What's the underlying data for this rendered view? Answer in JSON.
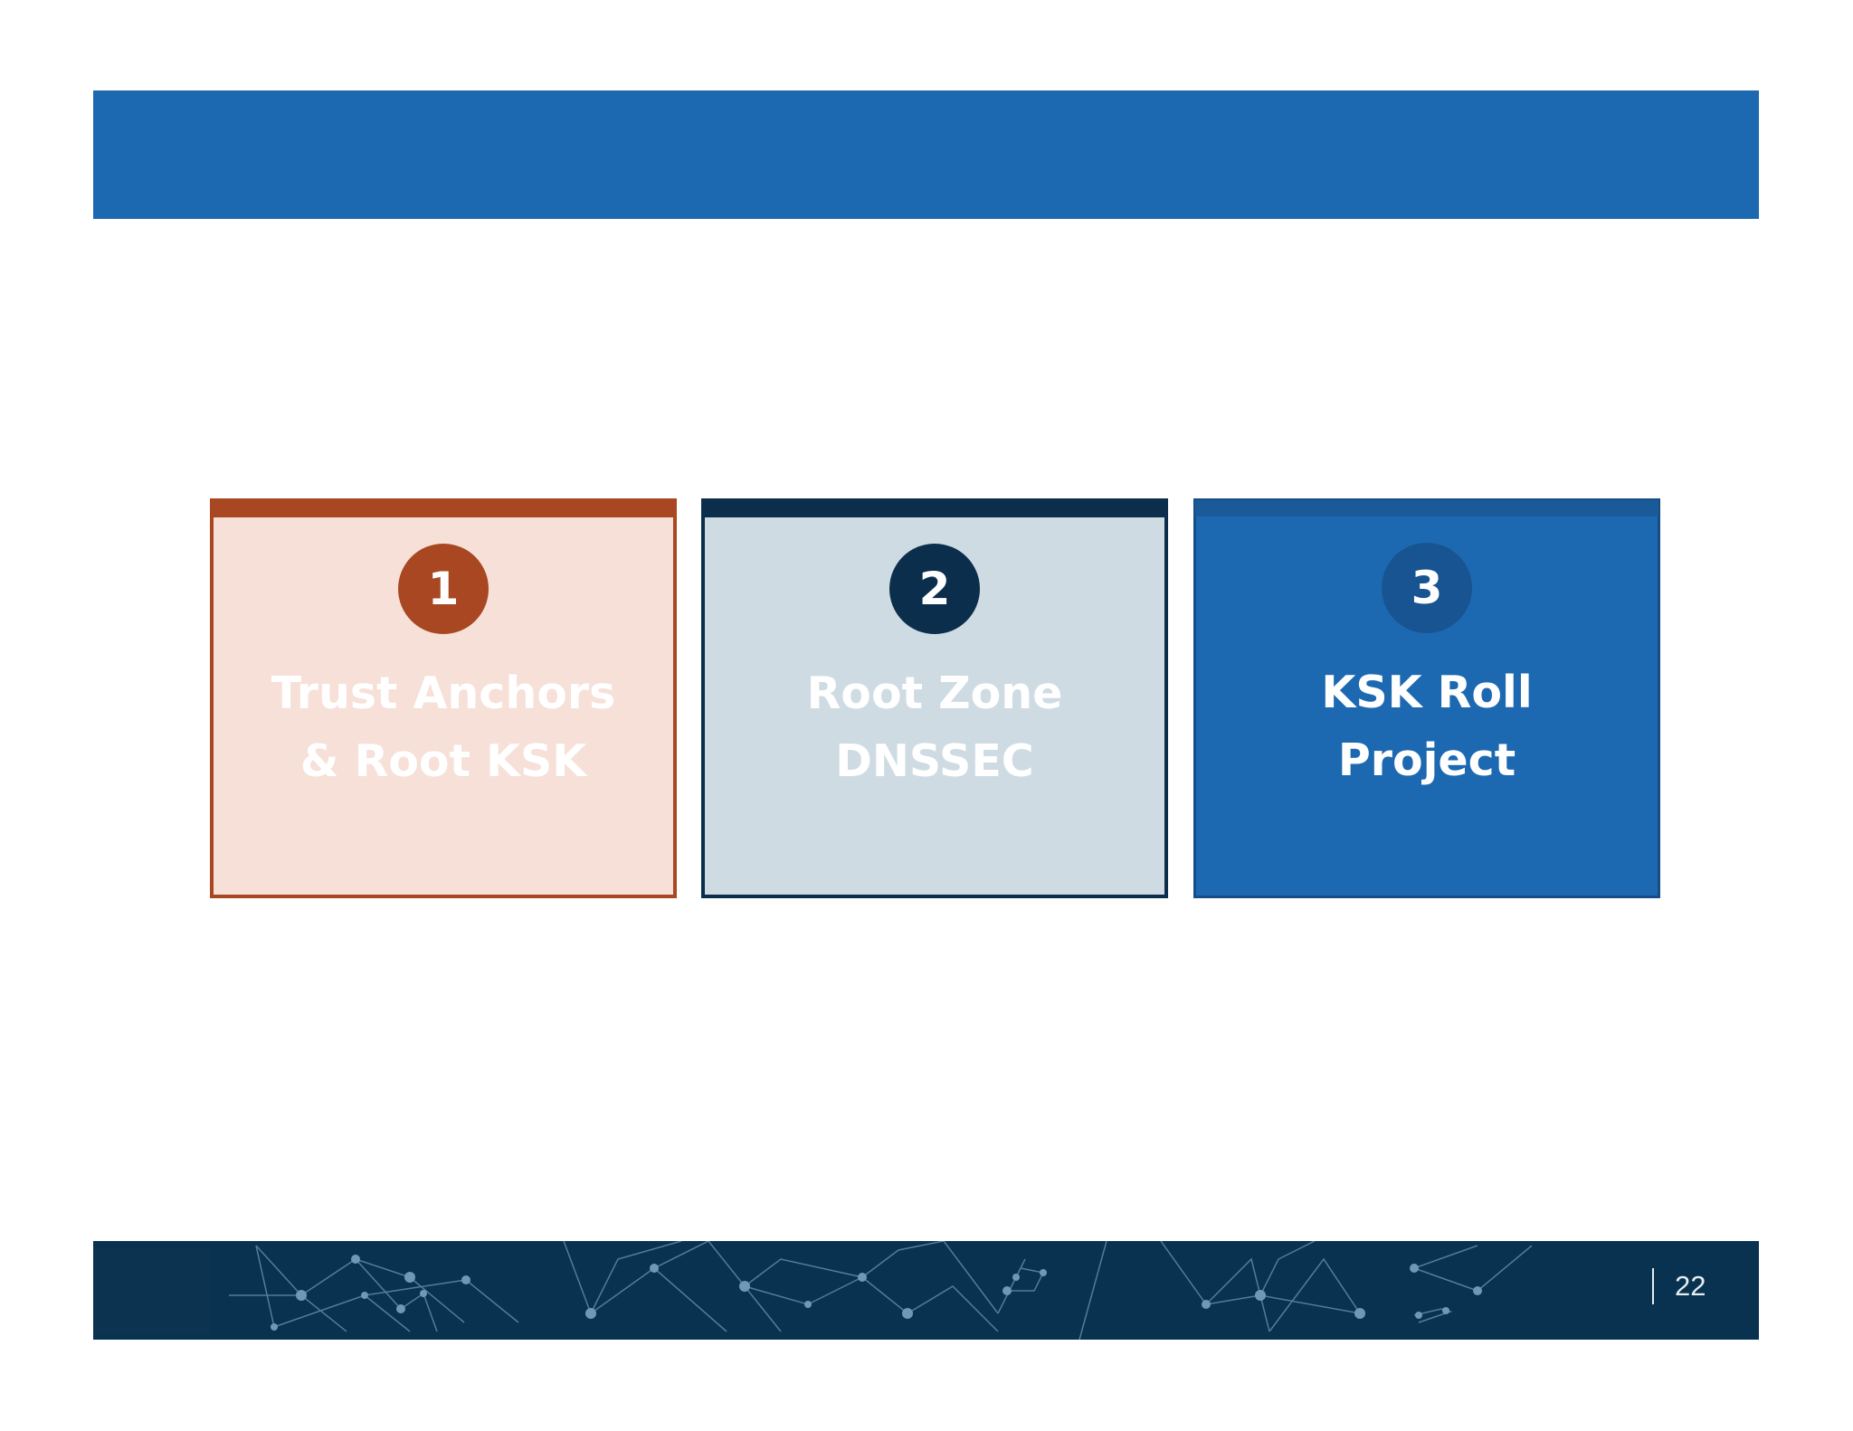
{
  "slide": {
    "cards": [
      {
        "number": "1",
        "title_line1": "Trust Anchors",
        "title_line2": "& Root KSK",
        "color": "#a84721",
        "fill": "#f6e0d8"
      },
      {
        "number": "2",
        "title_line1": "Root Zone",
        "title_line2": "DNSSEC",
        "color": "#0b2e4d",
        "fill": "#cfdbe3"
      },
      {
        "number": "3",
        "title_line1": "KSK Roll",
        "title_line2": "Project",
        "color": "#175491",
        "fill": "#1c69b2"
      }
    ],
    "page_number": "22"
  },
  "colors": {
    "header_bar": "#1c69b2",
    "footer_bar": "#08324f"
  }
}
